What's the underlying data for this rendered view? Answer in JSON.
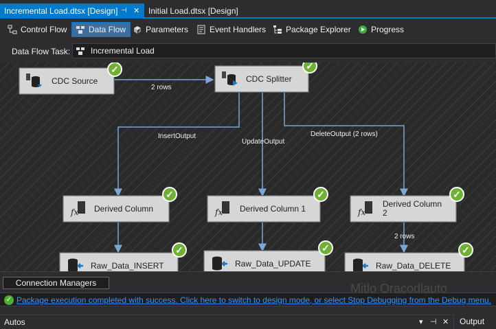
{
  "tabs": {
    "active_label": "Incremental Load.dtsx [Design]",
    "inactive_label": "Initial Load.dtsx [Design]",
    "pin_glyph": "⊣",
    "close_glyph": "✕"
  },
  "designer_tabs": [
    {
      "label": "Control Flow",
      "icon": "control-flow-icon"
    },
    {
      "label": "Data Flow",
      "icon": "data-flow-icon"
    },
    {
      "label": "Parameters",
      "icon": "parameters-icon"
    },
    {
      "label": "Event Handlers",
      "icon": "event-handlers-icon"
    },
    {
      "label": "Package Explorer",
      "icon": "package-explorer-icon"
    },
    {
      "label": "Progress",
      "icon": "progress-icon"
    }
  ],
  "task": {
    "label": "Data Flow Task:",
    "value": "Incremental Load"
  },
  "canvas": {
    "nodes": [
      {
        "label": "CDC Source",
        "icon": "cdc-source-icon"
      },
      {
        "label": "CDC Splitter",
        "icon": "cdc-splitter-icon"
      },
      {
        "label": "Derived Column",
        "icon": "derived-column-icon"
      },
      {
        "label": "Derived Column 1",
        "icon": "derived-column-icon"
      },
      {
        "label": "Derived Column 2",
        "icon": "derived-column-icon"
      },
      {
        "label": "Raw_Data_INSERT",
        "icon": "raw-file-destination-icon"
      },
      {
        "label": "Raw_Data_UPDATE",
        "icon": "raw-file-destination-icon"
      },
      {
        "label": "Raw_Data_DELETE",
        "icon": "raw-file-destination-icon"
      }
    ],
    "path_labels": {
      "source_to_splitter": "2 rows",
      "insert_output": "InsertOutput",
      "update_output": "UpdateOutput",
      "delete_output": "DeleteOutput (2 rows)",
      "delete_rows": "2 rows"
    },
    "check_glyph": "✓",
    "success_color": "#6fb133"
  },
  "connection_managers": {
    "label": "Connection Managers"
  },
  "watermark": "Mitlo Oracodlauto",
  "status": {
    "message": "Package execution completed with success. Click here to switch to design mode, or select Stop Debugging from the Debug menu.",
    "icon_glyph": "✓"
  },
  "bottom": {
    "autos_title": "Autos",
    "dropdown_glyph": "▾",
    "pin_glyph": "⊣",
    "close_glyph": "✕",
    "output_label": "Output"
  },
  "colors": {
    "accent": "#007acc",
    "link": "#3794ff",
    "node_bg": "#d6d6d6",
    "path": "#7ba7d7"
  }
}
